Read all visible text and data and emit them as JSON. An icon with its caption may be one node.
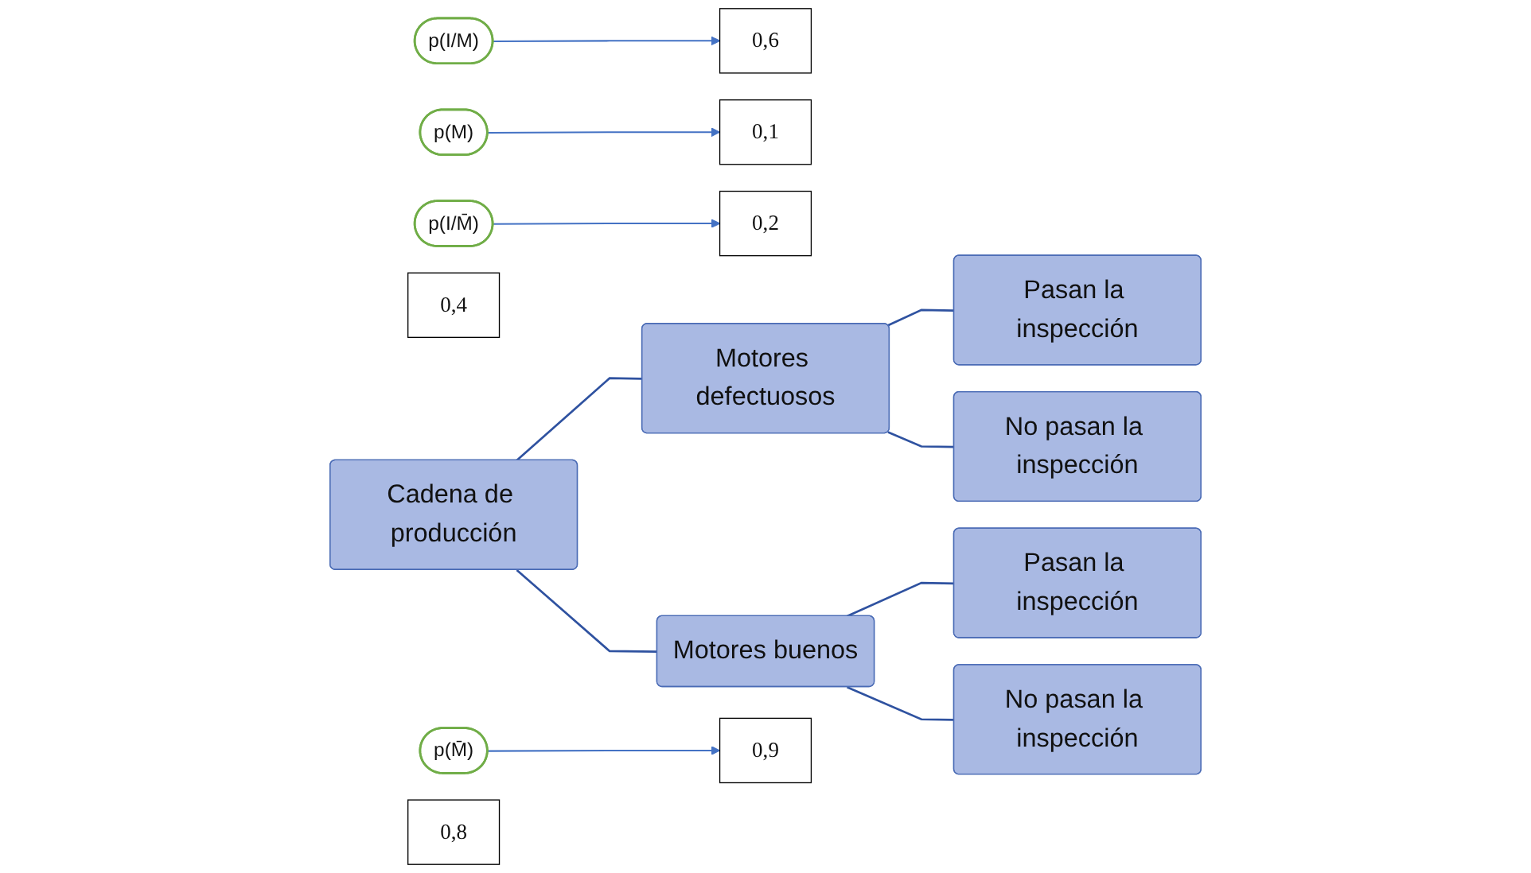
{
  "diagram": {
    "nodes": [
      {
        "text": [
          "p(M)"
        ]
      },
      {
        "text": [
          "p(I/M)"
        ]
      },
      {
        "text": [
          "0,6"
        ]
      },
      {
        "text": [
          "Pasan la inspección"
        ]
      },
      {
        "text": [
          "0,1"
        ]
      },
      {
        "text": [
          "Motores defectuosos"
        ]
      },
      {
        "text": [
          "Cadena de producción"
        ]
      },
      {
        "text": [
          "No pasan la inspección"
        ]
      },
      {
        "text": [
          "0,4"
        ]
      },
      {
        "text": [
          "p(I/M̄)"
        ]
      },
      {
        "text": [
          "0,2"
        ]
      },
      {
        "text": [
          "Pasan la inspección"
        ]
      },
      {
        "text": [
          "0,9"
        ]
      },
      {
        "text": [
          "Motores buenos"
        ]
      },
      {
        "text": [
          "p(M̄)"
        ]
      },
      {
        "text": [
          "0,8"
        ]
      },
      {
        "text": [
          "No pasan la inspección"
        ]
      }
    ],
    "edges": [
      {
        "from": 6,
        "to": 5,
        "arrow": "none"
      },
      {
        "from": 6,
        "to": 13,
        "arrow": "none"
      },
      {
        "from": 5,
        "to": 3,
        "arrow": "none"
      },
      {
        "from": 5,
        "to": 7,
        "arrow": "none"
      },
      {
        "from": 13,
        "to": 11,
        "arrow": "none"
      },
      {
        "from": 13,
        "to": 16,
        "arrow": "none"
      },
      {
        "from": 0,
        "to": 4,
        "arrow": "to",
        "color": "#4472c4"
      },
      {
        "from": 1,
        "to": 2,
        "arrow": "to",
        "color": "#4472c4"
      },
      {
        "from": 9,
        "to": 10,
        "arrow": "to",
        "color": "#4472c4"
      },
      {
        "from": 14,
        "to": 12,
        "arrow": "to",
        "color": "#4472c4"
      }
    ]
  }
}
